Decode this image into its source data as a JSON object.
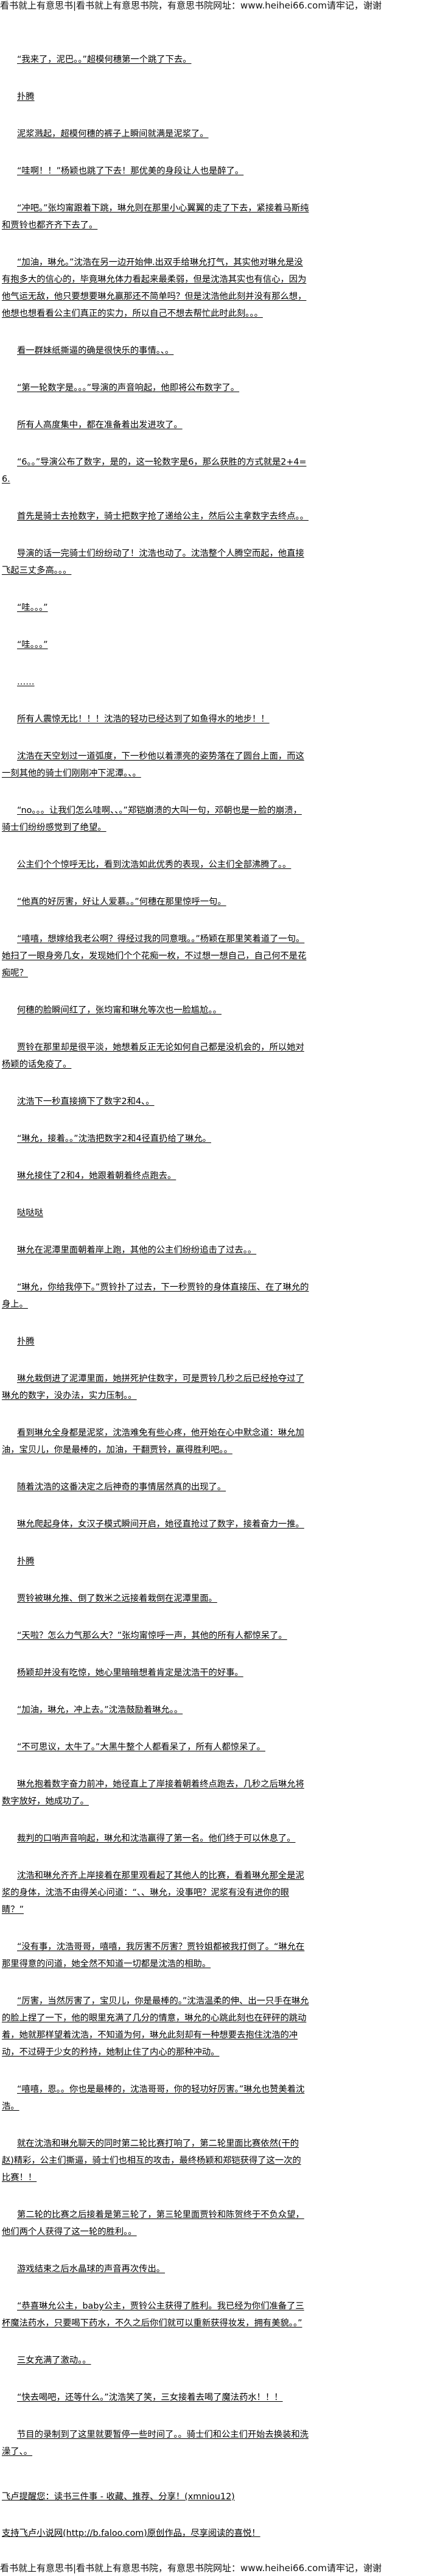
{
  "banner": "看书就上有意思书|看书就上有意思书院，有意思书院网址：www.heihei66.com请牢记，谢谢",
  "paragraphs": [
    "“我来了，泥巴。。”超模何穗第一个跳了下去。",
    "扑腾",
    "泥浆溅起，超模何穗的裤子上瞬间就满是泥浆了。",
    "“哇啊！！”杨颖也跳了下去！那优美的身段让人也是醉了。",
    "“冲吧。”张均甯跟着下跳，琳允则在那里小心翼翼的走了下去，紧接着马斯纯和贾铃也都齐齐下去了。",
    "“加油，琳允。”沈浩在另一边开始伸.出双手给琳允打气，其实他对琳允是没有抱多大的信心的，毕竟琳允体力看起来最柔弱，但是沈浩其实也有信心，因为他气运无敌，他只要想要琳允赢那还不简单吗？但是沈浩他此刻并没有那么想，他想也想看看公主们真正的实力，所以自己不想去帮忙此时此刻。。。",
    "看一群妹纸撕逼的确是很快乐的事情。、。",
    "“第一轮数字是。。。”导演的声音响起，他即将公布数字了。",
    "所有人高度集中，都在准备着出发进攻了。",
    "“6。。”导演公布了数字，是的，这一轮数字是6，那么获胜的方式就是2+4=6.",
    "首先是骑士去抢数字，骑士把数字抢了递给公主，然后公主拿数字去终点。。",
    "导演的话一完骑士们纷纷动了！沈浩也动了。沈浩整个人腾空而起，他直接飞起三丈多高。。。",
    "“哇。。。”",
    "“哇。。。”",
    "……",
    "所有人震惊无比！！！沈浩的轻功已经达到了如鱼得水的地步！！",
    "沈浩在天空划过一道弧度，下一秒他以着漂亮的姿势落在了圆台上面，而这一刻其他的骑士们刚刚冲下泥潭。、。",
    "“no。。。让我们怎么哇啊、、。”郑铠崩溃的大叫一句，邓朝也是一脸的崩溃，骑士们纷纷感觉到了绝望。",
    "公主们个个惊呼无比，看到沈浩如此优秀的表现，公主们全部沸腾了。。",
    "“他真的好厉害，好让人爱慕。。”何穗在那里惊呼一句。",
    "“嘻嘻，想嫁给我老公啊？得经过我的同意哦。。”杨颖在那里笑着道了一句。她扫了一眼身旁几女，发现她们个个花痴一枚，不过想一想自己，自己何不是花痴呢？",
    "何穗的脸瞬间红了，张均甯和琳允等次也一脸尴尬。。",
    "贾铃在那里却是很平淡，她想着反正无论如何自己都是没机会的，所以她对杨颖的话免疫了。",
    "沈浩下一秒直接摘下了数字2和4、。",
    "“琳允，接着。。”沈浩把数字2和4径直扔给了琳允。",
    "琳允接住了2和4，她跟着朝着终点跑去。",
    "哒哒哒",
    "琳允在泥潭里面朝着岸上跑，其他的公主们纷纷追击了过去。。",
    "“琳允，你给我停下。”贾铃扑了过去，下一秒贾铃的身体直接压、在了琳允的身上。",
    "扑腾",
    "琳允栽倒进了泥潭里面，她拼死护住数字，可是贾铃几秒之后已经抢夺过了琳允的数字，没办法，实力压制。。",
    "看到琳允全身都是泥浆，沈浩难免有些心疼，他开始在心中默念道：琳允加油，宝贝儿，你是最棒的，加油，干翻贾铃，赢得胜利吧。。",
    "随着沈浩的这番决定之后神奇的事情居然真的出现了。",
    "琳允爬起身体，女汉子模式瞬间开启，她径直抢过了数字，接着奋力一推。",
    "扑腾",
    "贾铃被琳允推、倒了数米之远接着栽倒在泥潭里面。",
    "“天啦？怎么力气那么大？”张均甯惊呼一声，其他的所有人都惊呆了。",
    "杨颖却并没有吃惊，她心里暗暗想着肯定是沈浩干的好事。",
    "“加油，琳允，冲上去。”沈浩鼓励着琳允。。",
    "“不可思议，太牛了。”大黑牛整个人都看呆了，所有人都惊呆了。",
    "琳允抱着数字奋力前冲，她径直上了岸接着朝着终点跑去，几秒之后琳允将数字放好，她成功了。",
    "裁判的口哨声音响起，琳允和沈浩赢得了第一名。他们终于可以休息了。",
    "沈浩和琳允齐齐上岸接着在那里观看起了其他人的比赛，看着琳允那全是泥浆的身体，沈浩不由得关心问道：“、、琳允，没事吧？泥浆有没有进你的眼睛？”",
    "“没有事，沈浩哥哥，嘻嘻，我厉害不厉害？贾铃姐都被我打倒了。“琳允在那里得意的问道，她全然不知道一切都是沈浩的相助。",
    "“厉害，当然厉害了，宝贝儿，你是最棒的。”沈浩温柔的伸、出一只手在琳允的脸上捏了一下，他的眼里充满了几分的情意，琳允的心跳此刻也在砰砰的跳动着，她就那样望着沈浩，不知道为何，琳允此刻却有一种想要去抱住沈浩的冲动，不过碍于少女的矜持，她制止住了内心的那种冲动。",
    "“嘻嘻，恩。。你也是最棒的，沈浩哥哥，你的轻功好厉害。”琳允也赞美着沈浩。",
    "就在沈浩和琳允聊天的同时第二轮比赛打响了，第二轮里面比赛依然(干的赵)精彩，公主们撕逼，骑士们也相互的攻击，最终杨颖和郑铠获得了这一次的比赛！！",
    "第二轮的比赛之后接着是第三轮了，第三轮里面贾铃和陈贺终于不负众望，他们两个人获得了这一轮的胜利。。",
    "游戏结束之后水晶球的声音再次传出。",
    "“恭喜琳允公主，baby公主，贾铃公主获得了胜利。我已经为你们准备了三杯魔法药水，只要喝下药水，不久之后你们就可以重新获得妆发，拥有美貌。。”",
    "三女充满了激动。。",
    "“快去喝吧，还等什么。”沈浩笑了笑，三女接着去喝了魔法药水！！！",
    "节目的录制到了这里就要暂停一些时间了。。骑士们和公主们开始去换装和洗澡了、。"
  ],
  "footer": {
    "reminder": "飞卢提醒您：读书三件事 - 收藏、推荐、分享！(xmniou12)",
    "support": "支持飞卢小说网(http://b.faloo.com)原创作品，尽享阅读的喜悦！"
  }
}
